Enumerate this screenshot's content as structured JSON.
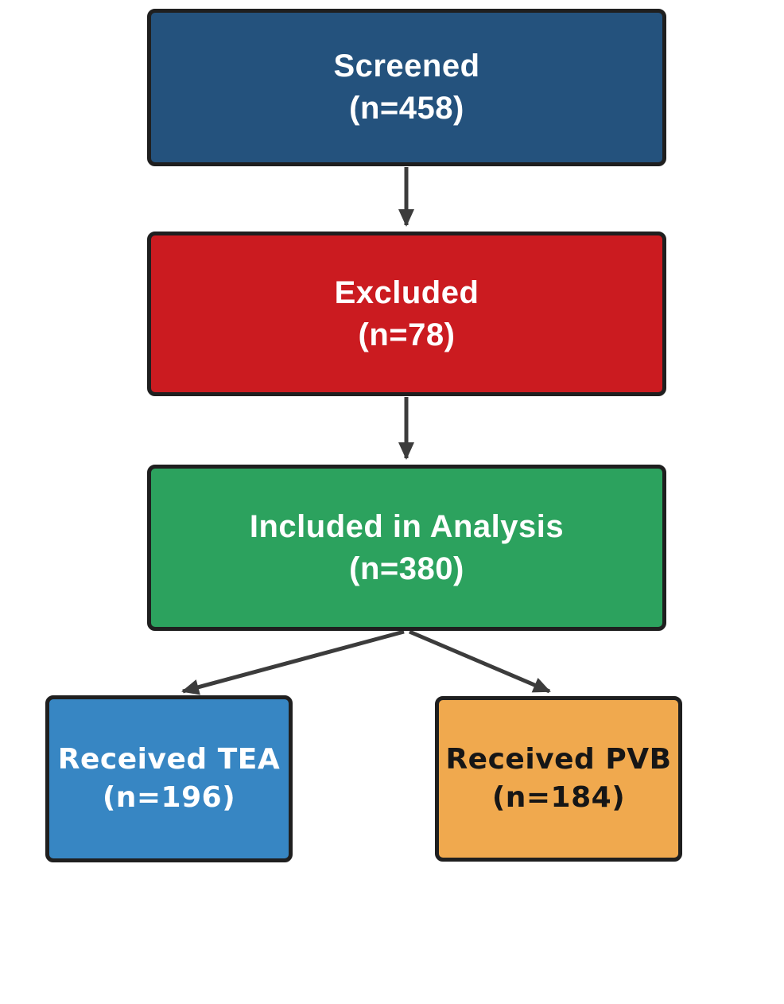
{
  "flowchart": {
    "type": "flow-diagram",
    "background": "#FFFFFF",
    "border_color": "#1F1F1F",
    "arrow_color": "#3C3C3C",
    "nodes": [
      {
        "id": "screened",
        "label": "Screened",
        "count": "(n=458)",
        "bg": "#24527D",
        "text_color": "#FFFFFF"
      },
      {
        "id": "excluded",
        "label": "Excluded",
        "count": "(n=78)",
        "bg": "#CB1B20",
        "text_color": "#FFFFFF"
      },
      {
        "id": "included",
        "label": "Included in Analysis",
        "count": "(n=380)",
        "bg": "#2CA25E",
        "text_color": "#FFFFFF"
      },
      {
        "id": "tea",
        "label": "Received TEA",
        "count": "(n=196)",
        "bg": "#3786C3",
        "text_color": "#FFFFFF"
      },
      {
        "id": "pvb",
        "label": "Received PVB",
        "count": "(n=184)",
        "bg": "#F0A94E",
        "text_color": "#161616"
      }
    ],
    "edges": [
      {
        "from": "screened",
        "to": "excluded"
      },
      {
        "from": "excluded",
        "to": "included"
      },
      {
        "from": "included",
        "to": "tea"
      },
      {
        "from": "included",
        "to": "pvb"
      }
    ]
  }
}
